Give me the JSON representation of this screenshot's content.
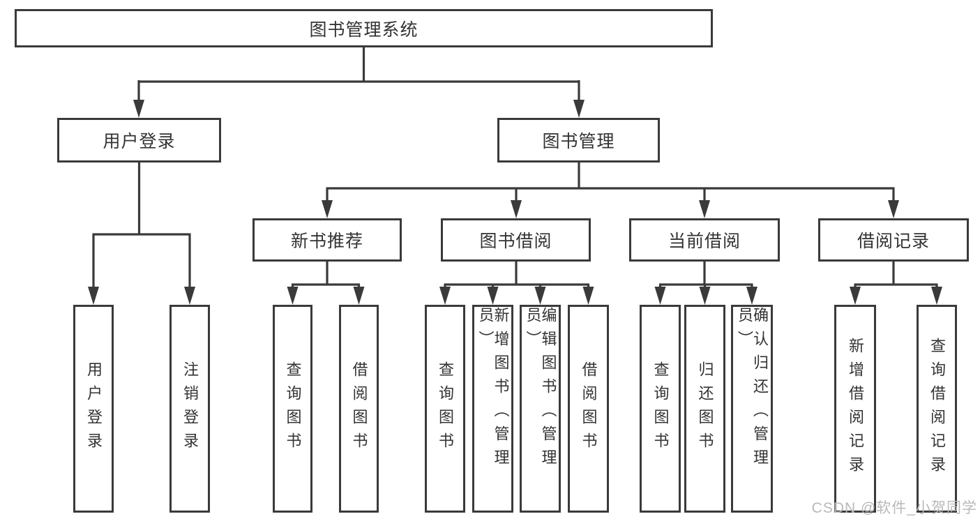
{
  "tree": {
    "root": {
      "label": "图书管理系统"
    },
    "level1": [
      {
        "label": "用户登录",
        "children": [
          "用户登录",
          "注销登录"
        ]
      },
      {
        "label": "图书管理",
        "modules": [
          {
            "label": "新书推荐",
            "children": [
              "查询图书",
              "借阅图书"
            ]
          },
          {
            "label": "图书借阅",
            "children": [
              "查询图书",
              "新增图书（管理员）",
              "编辑图书（管理员）",
              "借阅图书"
            ]
          },
          {
            "label": "当前借阅",
            "children": [
              "查询图书",
              "归还图书",
              "确认归还（管理员）"
            ]
          },
          {
            "label": "借阅记录",
            "children": [
              "新增借阅记录",
              "查询借阅记录"
            ]
          }
        ]
      }
    ]
  },
  "watermark": {
    "text": "CSDN @软件_小贺同学"
  },
  "colors": {
    "line": "#3a3a3a",
    "text": "#333333",
    "watermark": "#b9b9b9",
    "background": "#ffffff"
  }
}
